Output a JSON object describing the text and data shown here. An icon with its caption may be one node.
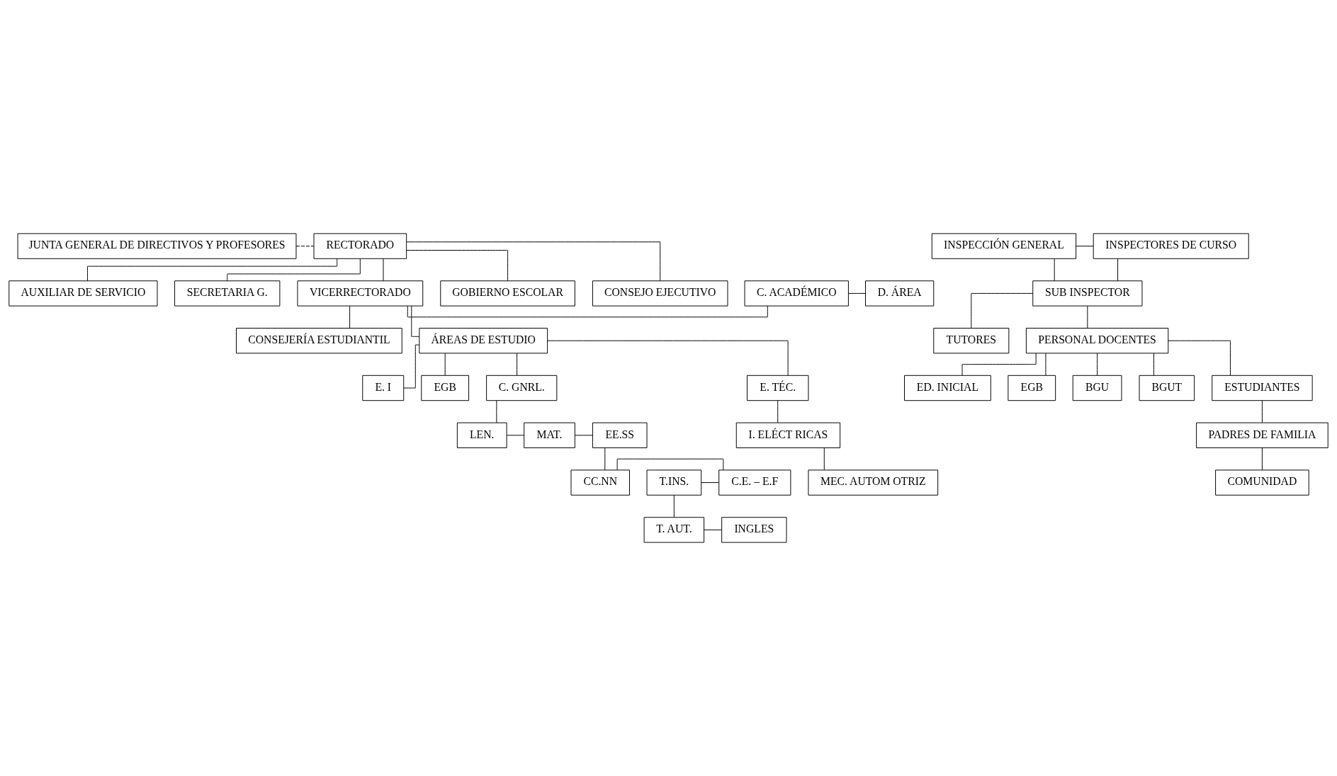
{
  "diagram": {
    "nodes": [
      {
        "text": [
          "JUNTA GENERAL DE DIRECTIVOS Y PROFESORES"
        ]
      },
      {
        "text": [
          "RECTORADO"
        ]
      },
      {
        "text": [
          "GOBIERNO ESCOLAR"
        ]
      },
      {
        "text": [
          "CONSEJO EJECUTIVO"
        ]
      },
      {
        "text": [
          "AUXILIAR DE SERVICIO"
        ]
      },
      {
        "text": [
          "SECRETARIA G."
        ]
      },
      {
        "text": [
          "CONSEJERÍA ESTUDIANTIL"
        ]
      },
      {
        "text": [
          "VICERRECTORADO"
        ]
      },
      {
        "text": [
          "C. ACADÉMICO"
        ]
      },
      {
        "text": [
          "D. ÁREA"
        ]
      },
      {
        "text": [
          "INSPECCIÓN GENERAL"
        ]
      },
      {
        "text": [
          "INSPECTORES DE CURSO"
        ]
      },
      {
        "text": [
          "ÁREAS DE ESTUDIO"
        ]
      },
      {
        "text": [
          "SUB INSPECTOR"
        ]
      },
      {
        "text": [
          "TUTORES"
        ]
      },
      {
        "text": [
          "E. I"
        ]
      },
      {
        "text": [
          "EGB"
        ]
      },
      {
        "text": [
          "C. GNRL."
        ]
      },
      {
        "text": [
          "E. TÉC."
        ]
      },
      {
        "text": [
          "PERSONAL DOCENTES"
        ]
      },
      {
        "text": [
          "ED. INICIAL"
        ]
      },
      {
        "text": [
          "EGB"
        ]
      },
      {
        "text": [
          "BGU"
        ]
      },
      {
        "text": [
          "BGUT"
        ]
      },
      {
        "text": [
          "LEN."
        ]
      },
      {
        "text": [
          "MAT."
        ]
      },
      {
        "text": [
          "EE.SS"
        ]
      },
      {
        "text": [
          "I. ELÉCT RICAS"
        ]
      },
      {
        "text": [
          "ESTUDIANTES"
        ]
      },
      {
        "text": [
          "T.INS."
        ]
      },
      {
        "text": [
          "C.E. – E.F"
        ]
      },
      {
        "text": [
          "CC.NN"
        ]
      },
      {
        "text": [
          "PADRES DE FAMILIA"
        ]
      },
      {
        "text": [
          "T. AUT."
        ]
      },
      {
        "text": [
          "INGLES"
        ]
      },
      {
        "text": [
          "MEC. AUTOM OTRIZ"
        ]
      },
      {
        "text": [
          "COMUNIDAD"
        ]
      }
    ],
    "edges": [
      {
        "from": 0,
        "to": 1,
        "arrow": "none",
        "style": "dashed"
      },
      {
        "from": 1,
        "to": 2,
        "arrow": "none"
      },
      {
        "from": 1,
        "to": 3,
        "arrow": "none"
      },
      {
        "from": 1,
        "to": 4,
        "arrow": "none"
      },
      {
        "from": 1,
        "to": 5,
        "arrow": "none"
      },
      {
        "from": 1,
        "to": 7,
        "arrow": "none"
      },
      {
        "from": 7,
        "to": 6,
        "arrow": "none"
      },
      {
        "from": 7,
        "to": 12,
        "arrow": "none"
      },
      {
        "from": 7,
        "to": 8,
        "arrow": "none"
      },
      {
        "from": 8,
        "to": 9,
        "arrow": "none"
      },
      {
        "from": 10,
        "to": 11,
        "arrow": "none"
      },
      {
        "from": 13,
        "to": 11,
        "arrow": "none"
      },
      {
        "from": 10,
        "to": 13,
        "arrow": "none"
      },
      {
        "from": 13,
        "to": 14,
        "arrow": "none"
      },
      {
        "from": 13,
        "to": 19,
        "arrow": "none"
      },
      {
        "from": 19,
        "to": 20,
        "arrow": "none"
      },
      {
        "from": 19,
        "to": 21,
        "arrow": "none"
      },
      {
        "from": 19,
        "to": 22,
        "arrow": "none"
      },
      {
        "from": 19,
        "to": 23,
        "arrow": "none"
      },
      {
        "from": 19,
        "to": 28,
        "arrow": "none"
      },
      {
        "from": 28,
        "to": 32,
        "arrow": "none"
      },
      {
        "from": 32,
        "to": 36,
        "arrow": "none"
      },
      {
        "from": 12,
        "to": 15,
        "arrow": "none"
      },
      {
        "from": 12,
        "to": 16,
        "arrow": "none"
      },
      {
        "from": 12,
        "to": 17,
        "arrow": "none"
      },
      {
        "from": 12,
        "to": 18,
        "arrow": "none"
      },
      {
        "from": 17,
        "to": 24,
        "arrow": "none"
      },
      {
        "from": 24,
        "to": 25,
        "arrow": "none"
      },
      {
        "from": 25,
        "to": 26,
        "arrow": "none"
      },
      {
        "from": 26,
        "to": 31,
        "arrow": "none"
      },
      {
        "from": 29,
        "to": 30,
        "arrow": "none"
      },
      {
        "from": 30,
        "to": 31,
        "arrow": "none"
      },
      {
        "from": 29,
        "to": 33,
        "arrow": "none"
      },
      {
        "from": 33,
        "to": 34,
        "arrow": "none"
      },
      {
        "from": 18,
        "to": 27,
        "arrow": "none"
      },
      {
        "from": 27,
        "to": 35,
        "arrow": "none"
      }
    ]
  }
}
